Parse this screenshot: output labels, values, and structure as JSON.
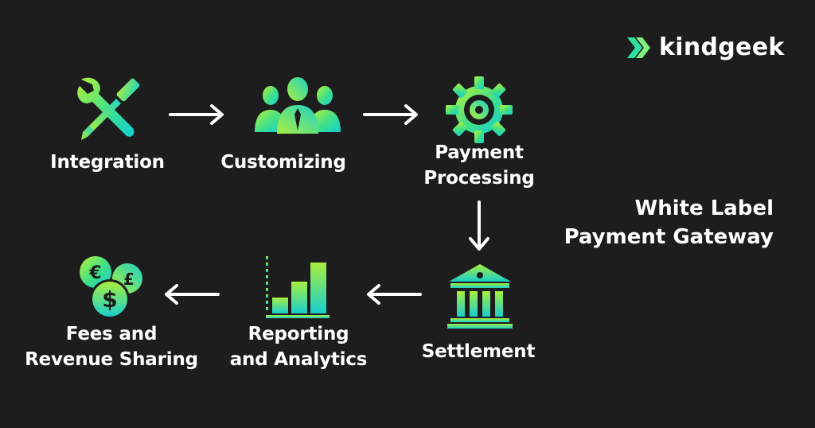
{
  "brand": {
    "name": "kindgeek",
    "mark_color": "#2fe0a0"
  },
  "title": {
    "line1": "White Label",
    "line2": "Payment Gateway"
  },
  "steps": [
    {
      "id": "integration",
      "lines": [
        "Integration"
      ],
      "icon": "wrench-screwdriver-icon"
    },
    {
      "id": "customizing",
      "lines": [
        "Customizing"
      ],
      "icon": "users-group-icon"
    },
    {
      "id": "payment-processing",
      "lines": [
        "Payment",
        "Processing"
      ],
      "icon": "gear-icon"
    },
    {
      "id": "settlement",
      "lines": [
        "Settlement"
      ],
      "icon": "bank-icon"
    },
    {
      "id": "reporting",
      "lines": [
        "Reporting",
        "and Analytics"
      ],
      "icon": "bar-chart-icon"
    },
    {
      "id": "fees",
      "lines": [
        "Fees and",
        "Revenue Sharing"
      ],
      "icon": "coins-icon"
    }
  ],
  "coins": {
    "euro": "€",
    "pound": "£",
    "dollar": "$"
  },
  "colors": {
    "background": "#1d1d1d",
    "gradient_start": "#a8f03c",
    "gradient_end": "#1fd2c8",
    "arrow": "#ffffff"
  }
}
